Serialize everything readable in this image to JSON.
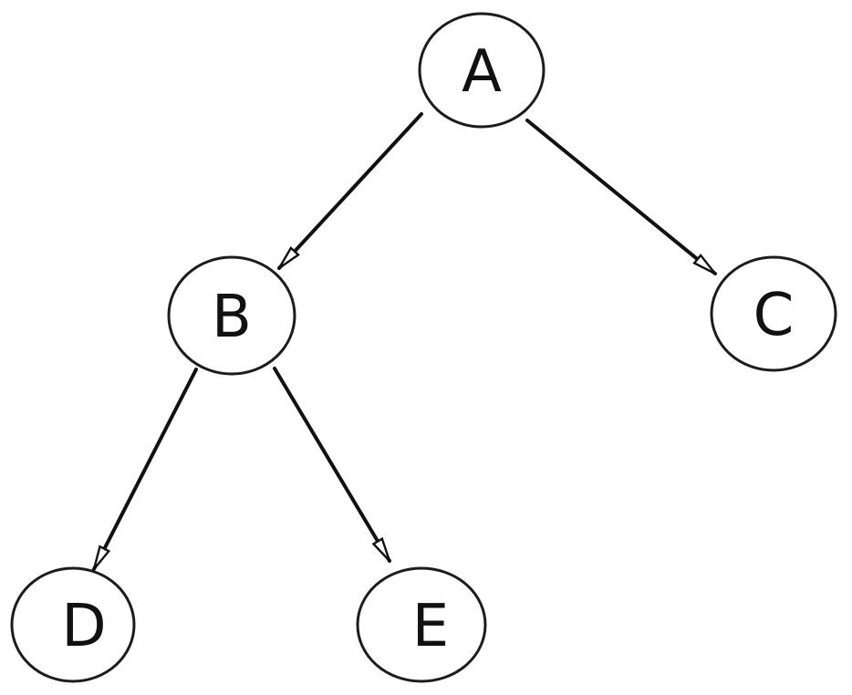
{
  "diagram": {
    "type": "tree",
    "background_color": "#ffffff",
    "stroke_color": "#111111",
    "node_fill_color": "#ffffff",
    "nodes": [
      {
        "id": "A",
        "label": "A"
      },
      {
        "id": "B",
        "label": "B"
      },
      {
        "id": "C",
        "label": "C"
      },
      {
        "id": "D",
        "label": "D"
      },
      {
        "id": "E",
        "label": "E"
      }
    ],
    "edges": [
      {
        "from": "A",
        "to": "B",
        "arrowhead": "open-triangle"
      },
      {
        "from": "A",
        "to": "C",
        "arrowhead": "open-triangle"
      },
      {
        "from": "B",
        "to": "D",
        "arrowhead": "open-triangle"
      },
      {
        "from": "B",
        "to": "E",
        "arrowhead": "open-triangle"
      }
    ]
  }
}
